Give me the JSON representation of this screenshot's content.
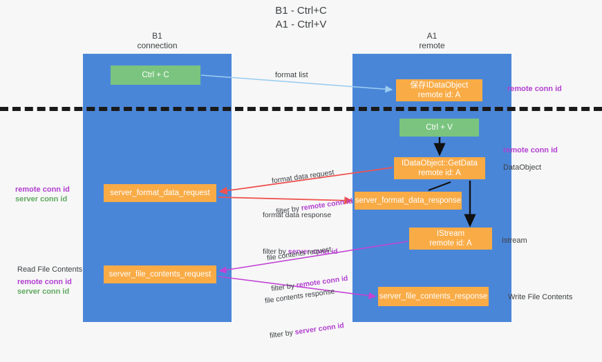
{
  "title": "B1 - Ctrl+C\nA1 - Ctrl+V",
  "columns": {
    "b1": {
      "name": "B1",
      "sub": "connection",
      "label": "B1\nconnection"
    },
    "a1": {
      "name": "A1",
      "sub": "remote",
      "label": "A1\nremote"
    }
  },
  "nodes": {
    "ctrl_c": {
      "label": "Ctrl + C",
      "color": "#7ac47f"
    },
    "save_dataobject": {
      "label": "保存IDataObject\nremote id: A",
      "color": "#f9ab46"
    },
    "ctrl_v": {
      "label": "Ctrl + V",
      "color": "#7ac47f"
    },
    "getdata": {
      "label": "IDataObject::GetData\nremote id: A",
      "color": "#f9ab46"
    },
    "server_format_data_request": {
      "label": "server_format_data_request",
      "color": "#f9ab46"
    },
    "server_format_data_response": {
      "label": "server_format_data_response",
      "color": "#f9ab46"
    },
    "istream": {
      "label": "IStream\nremote id: A",
      "color": "#f9ab46"
    },
    "server_file_contents_request": {
      "label": "server_file_contents_request",
      "color": "#f9ab46"
    },
    "server_file_contents_response": {
      "label": "server_file_contents_response",
      "color": "#f9ab46"
    }
  },
  "edge_labels": {
    "format_list": "format list",
    "format_data_request": "format data request",
    "format_data_request_filter_prefix": "filter by ",
    "format_data_request_filter_key": "remote conn id",
    "format_data_response": "format data response",
    "format_data_response_filter_prefix": "filter by ",
    "format_data_response_filter_key": "server conn id",
    "file_contents_request": "file contents request",
    "file_contents_request_filter_prefix": "filter by ",
    "file_contents_request_filter_key": "remote conn id",
    "file_contents_response": "file contents response",
    "file_contents_response_filter_prefix": "filter by ",
    "file_contents_response_filter_key": "server conn id"
  },
  "annotations": {
    "right_remote_conn_top": "remote conn id",
    "right_remote_conn_mid": "remote conn id",
    "right_dataobject": "DataObject",
    "right_istream": "Istream",
    "right_write_file_contents": "Write File Contents",
    "left_remote_conn_id": "remote conn id",
    "left_server_conn_id": "server conn id",
    "left_read_file_contents": "Read File Contents",
    "left_remote_conn_id_2": "remote conn id",
    "left_server_conn_id_2": "server conn id"
  },
  "colors": {
    "background": "#f7f7f7",
    "lane": "#4a86d8",
    "node_green": "#7ac47f",
    "node_orange": "#f9ab46",
    "accent_purple": "#b23fd0",
    "accent_green": "#5fa95f",
    "arrow_blue": "#9ccdf0",
    "arrow_red": "#ef5350",
    "arrow_magenta": "#c243d6",
    "arrow_black": "#000000",
    "divider": "#1a1a1a"
  }
}
